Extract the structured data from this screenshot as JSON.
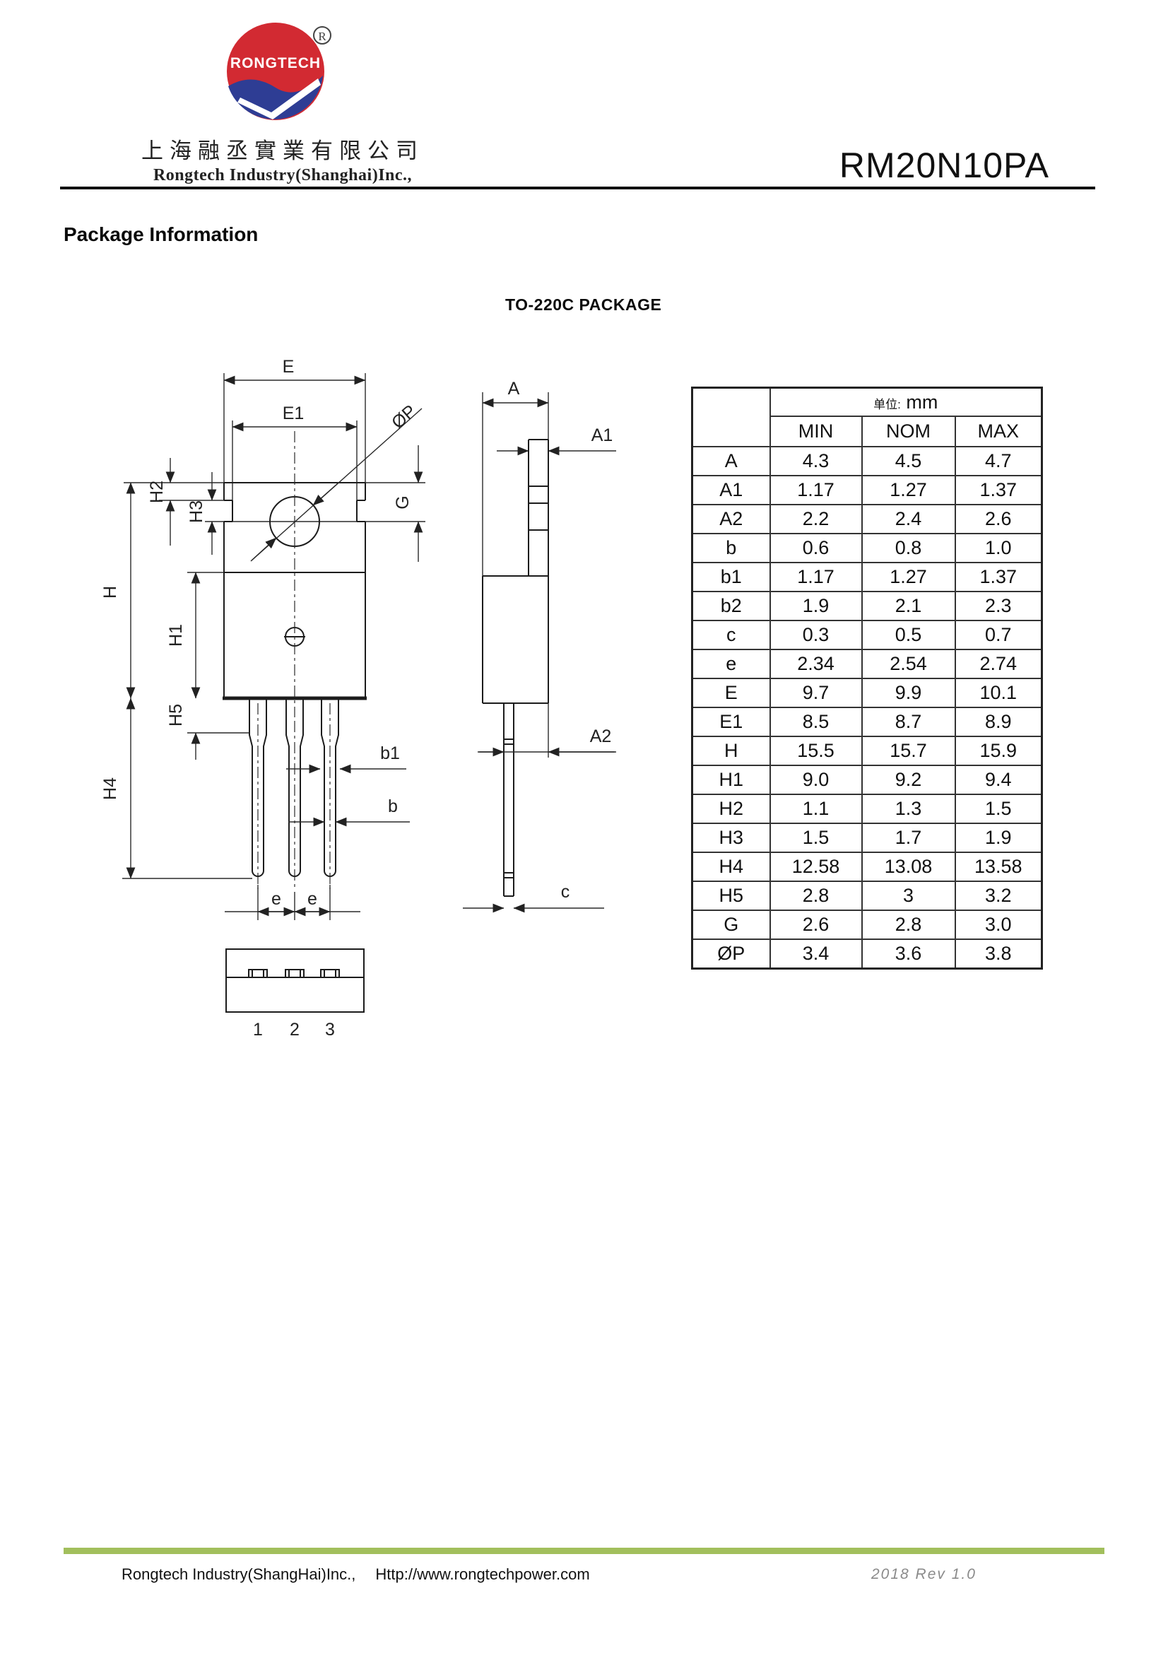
{
  "header": {
    "logo_text": "RONGTECH",
    "registered_mark": "R",
    "company_cn": "上海融丞實業有限公司",
    "company_en": "Rongtech Industry(Shanghai)Inc.,",
    "part_number": "RM20N10PA",
    "logo_red": "#d22a32",
    "logo_blue": "#2e3d94"
  },
  "section": {
    "heading": "Package Information",
    "subheading": "TO-220C PACKAGE"
  },
  "drawing": {
    "labels": {
      "E": "E",
      "E1": "E1",
      "OP": "ØP",
      "H": "H",
      "H1": "H1",
      "H2": "H2",
      "H3": "H3",
      "H4": "H4",
      "H5": "H5",
      "G": "G",
      "b": "b",
      "b1": "b1",
      "e": "e",
      "A": "A",
      "A1": "A1",
      "A2": "A2",
      "c": "c"
    },
    "pin_numbers": [
      "1",
      "2",
      "3"
    ]
  },
  "table": {
    "unit_label": "单位:",
    "unit_value": "mm",
    "columns": [
      "MIN",
      "NOM",
      "MAX"
    ],
    "rows": [
      {
        "name": "A",
        "min": "4.3",
        "nom": "4.5",
        "max": "4.7"
      },
      {
        "name": "A1",
        "min": "1.17",
        "nom": "1.27",
        "max": "1.37"
      },
      {
        "name": "A2",
        "min": "2.2",
        "nom": "2.4",
        "max": "2.6"
      },
      {
        "name": "b",
        "min": "0.6",
        "nom": "0.8",
        "max": "1.0"
      },
      {
        "name": "b1",
        "min": "1.17",
        "nom": "1.27",
        "max": "1.37"
      },
      {
        "name": "b2",
        "min": "1.9",
        "nom": "2.1",
        "max": "2.3"
      },
      {
        "name": "c",
        "min": "0.3",
        "nom": "0.5",
        "max": "0.7"
      },
      {
        "name": "e",
        "min": "2.34",
        "nom": "2.54",
        "max": "2.74"
      },
      {
        "name": "E",
        "min": "9.7",
        "nom": "9.9",
        "max": "10.1"
      },
      {
        "name": "E1",
        "min": "8.5",
        "nom": "8.7",
        "max": "8.9"
      },
      {
        "name": "H",
        "min": "15.5",
        "nom": "15.7",
        "max": "15.9"
      },
      {
        "name": "H1",
        "min": "9.0",
        "nom": "9.2",
        "max": "9.4"
      },
      {
        "name": "H2",
        "min": "1.1",
        "nom": "1.3",
        "max": "1.5"
      },
      {
        "name": "H3",
        "min": "1.5",
        "nom": "1.7",
        "max": "1.9"
      },
      {
        "name": "H4",
        "min": "12.58",
        "nom": "13.08",
        "max": "13.58"
      },
      {
        "name": "H5",
        "min": "2.8",
        "nom": "3",
        "max": "3.2"
      },
      {
        "name": "G",
        "min": "2.6",
        "nom": "2.8",
        "max": "3.0"
      },
      {
        "name": "ØP",
        "min": "3.4",
        "nom": "3.6",
        "max": "3.8"
      }
    ]
  },
  "footer": {
    "company": "Rongtech Industry(ShangHai)Inc.,",
    "url": "Http://www.rongtechpower.com",
    "rev": "2018  Rev  1.0"
  }
}
